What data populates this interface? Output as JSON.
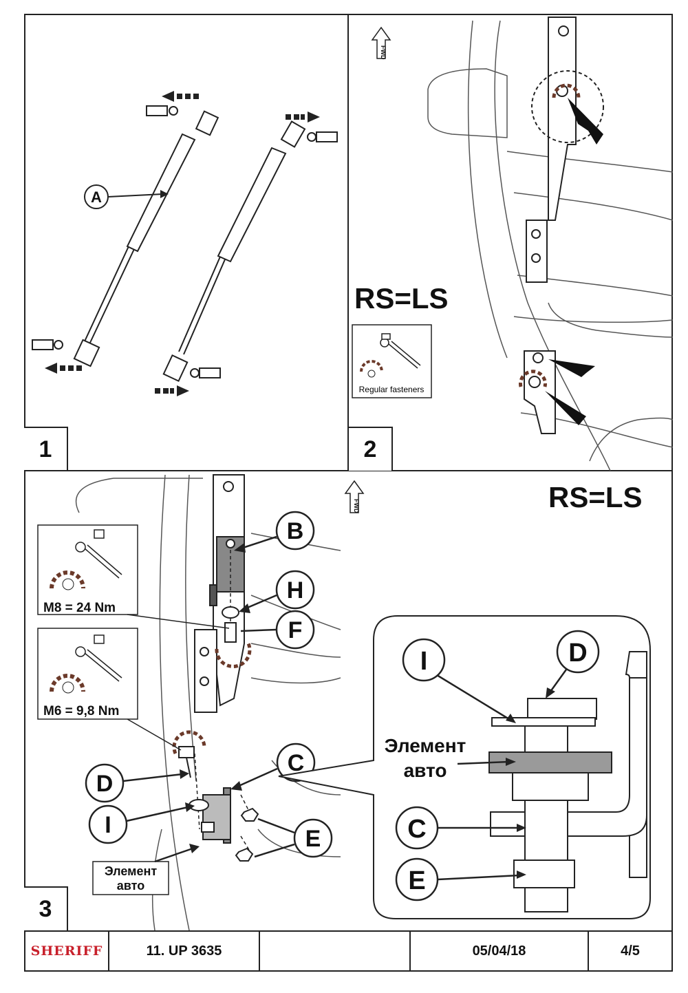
{
  "panels": {
    "p1": {
      "number": "1",
      "callout_a": "A"
    },
    "p2": {
      "number": "2",
      "note": "RS=LS",
      "fwd": "FWD",
      "tool_caption": "Regular fasteners"
    },
    "p3": {
      "number": "3",
      "note": "RS=LS",
      "fwd": "FWD",
      "torque_m8": "M8 =  24  Nm",
      "torque_m6": "M6 =  9,8  Nm",
      "callouts": {
        "b": "B",
        "h": "H",
        "f": "F",
        "c": "C",
        "d": "D",
        "i": "I",
        "e": "E"
      },
      "car_element": [
        "Элемент",
        "авто"
      ],
      "detail": {
        "i": "I",
        "d": "D",
        "c": "C",
        "e": "E",
        "car_element": [
          "Элемент",
          "авто"
        ]
      }
    }
  },
  "footer": {
    "brand": "SHERIFF",
    "code": "11. UP 3635",
    "blank": "",
    "date": "05/04/18",
    "page": "4/5"
  },
  "colors": {
    "torque_arrow": "#6b3a2a",
    "brand": "#c8202b"
  }
}
